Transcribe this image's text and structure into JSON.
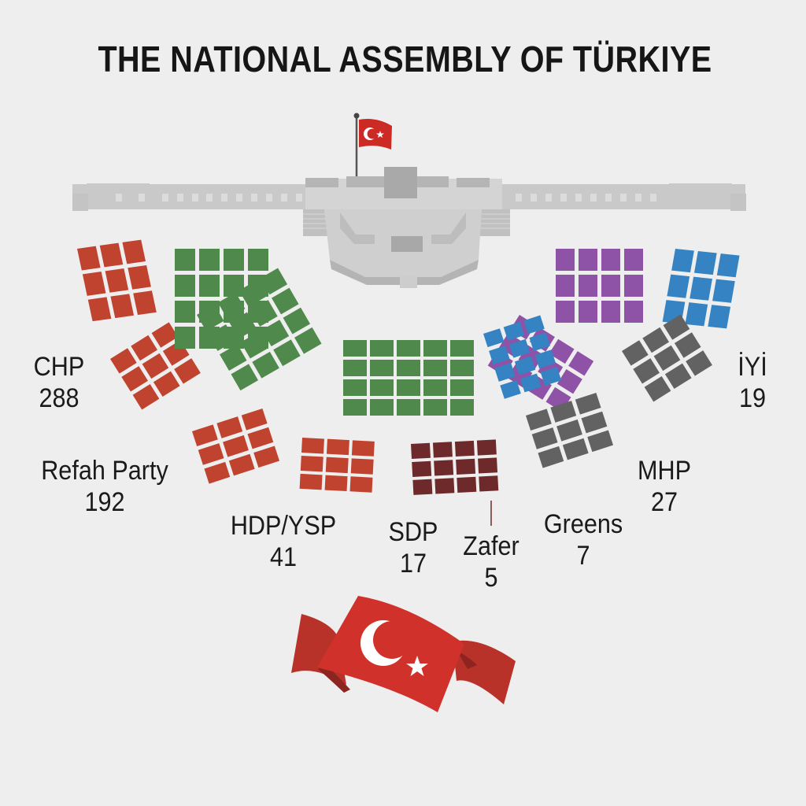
{
  "title": "THE NATIONAL ASSEMBLY OF TÜRKIYE",
  "chart_data": {
    "type": "parliament",
    "title": "THE NATIONAL ASSEMBLY OF TÜRKIYE",
    "parties": [
      {
        "name": "CHP",
        "seats": 288,
        "color": "#c0432f"
      },
      {
        "name": "Refah Party",
        "seats": 192,
        "color": "#c0432f"
      },
      {
        "name": "HDP/YSP",
        "seats": 41,
        "color": "#c0432f"
      },
      {
        "name": "SDP",
        "seats": 17,
        "color": "#6e2a2a"
      },
      {
        "name": "Zafer",
        "seats": 5,
        "color": "#6e2a2a"
      },
      {
        "name": "Greens",
        "seats": 7,
        "color": "#626262"
      },
      {
        "name": "MHP",
        "seats": 27,
        "color": "#626262"
      },
      {
        "name": "İYİ",
        "seats": 19,
        "color": "#3583c2"
      }
    ],
    "block_colors": {
      "red": "#c0432f",
      "green": "#4f8a4c",
      "purple": "#8e52a6",
      "blue": "#3583c2",
      "maroon": "#6e2a2a",
      "gray": "#626262"
    }
  },
  "labels": {
    "chp": {
      "name": "CHP",
      "seats": "288"
    },
    "refah": {
      "name": "Refah Party",
      "seats": "192"
    },
    "hdp": {
      "name": "HDP/YSP",
      "seats": "41"
    },
    "sdp": {
      "name": "SDP",
      "seats": "17"
    },
    "zafer": {
      "name": "Zafer",
      "seats": "5"
    },
    "greens": {
      "name": "Greens",
      "seats": "7"
    },
    "mhp": {
      "name": "MHP",
      "seats": "27"
    },
    "iyi": {
      "name": "İYİ",
      "seats": "19"
    }
  },
  "icons": {
    "building": "parliament-building-icon",
    "small_flag": "turkish-flag-icon",
    "banner_flag": "turkish-flag-banner-icon"
  }
}
